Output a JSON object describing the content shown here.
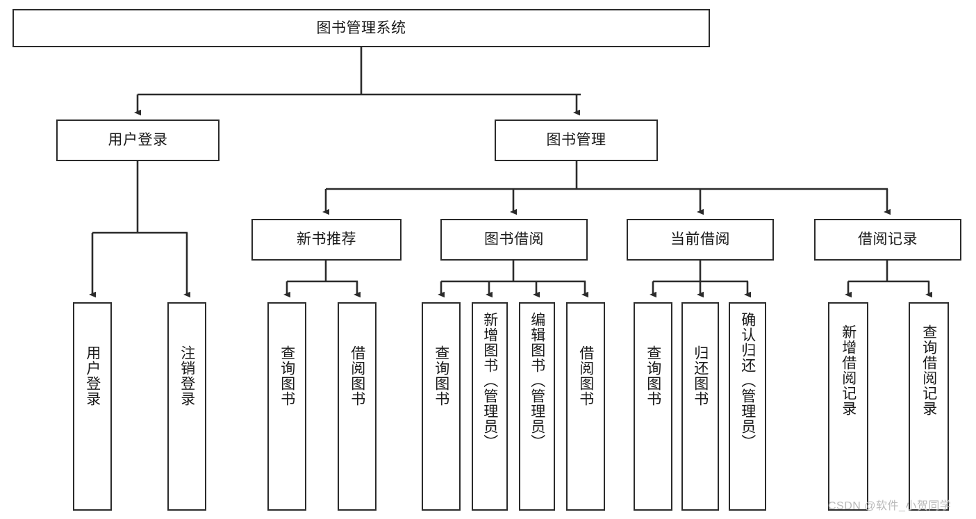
{
  "diagram": {
    "type": "hierarchy-tree",
    "root": {
      "label": "图书管理系统"
    },
    "level2": [
      {
        "label": "用户登录"
      },
      {
        "label": "图书管理"
      }
    ],
    "level3": [
      {
        "label": "新书推荐"
      },
      {
        "label": "图书借阅"
      },
      {
        "label": "当前借阅"
      },
      {
        "label": "借阅记录"
      }
    ],
    "leaves": {
      "user_login": [
        {
          "label": "用户登录"
        },
        {
          "label": "注销登录"
        }
      ],
      "new_book_recommend": [
        {
          "label": "查询图书"
        },
        {
          "label": "借阅图书"
        }
      ],
      "book_borrow": [
        {
          "label": "查询图书"
        },
        {
          "label": "新增图书（管理员）"
        },
        {
          "label": "编辑图书（管理员）"
        },
        {
          "label": "借阅图书"
        }
      ],
      "current_borrow": [
        {
          "label": "查询图书"
        },
        {
          "label": "归还图书"
        },
        {
          "label": "确认归还（管理员）"
        }
      ],
      "borrow_record": [
        {
          "label": "新增借阅记录"
        },
        {
          "label": "查询借阅记录"
        }
      ]
    }
  },
  "watermark": {
    "text": "CSDN @软件_小贺同学"
  },
  "colors": {
    "stroke": "#2b2b2b",
    "background": "#ffffff",
    "text": "#1a1a1a",
    "watermark": "#b9b9b9"
  }
}
